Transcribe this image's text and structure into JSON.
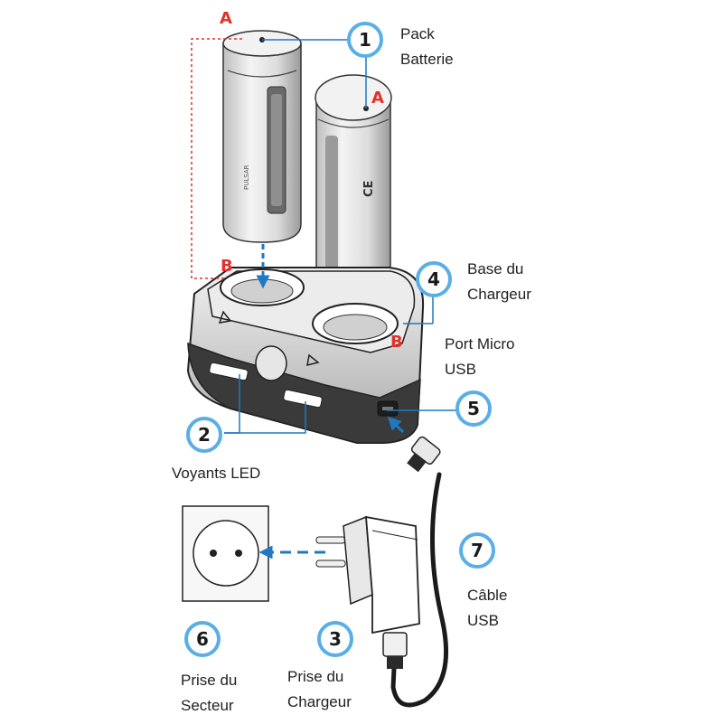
{
  "labels": {
    "pack": [
      "Pack",
      "Batterie"
    ],
    "base": [
      "Base du",
      "Chargeur"
    ],
    "port": [
      "Port Micro",
      "USB"
    ],
    "leds": [
      "Voyants LED"
    ],
    "cable": [
      "Câble",
      "USB"
    ],
    "socket": [
      "Prise du",
      "Secteur"
    ],
    "plug": [
      "Prise du",
      "Chargeur"
    ]
  },
  "markers": {
    "m1": "1",
    "m2": "2",
    "m3": "3",
    "m4": "4",
    "m5": "5",
    "m6": "6",
    "m7": "7"
  },
  "letters": {
    "a": "A",
    "b": "B"
  },
  "battery_print": {
    "brand": "PULSAR",
    "ce": "CE"
  },
  "colors": {
    "accent_blue": "#2a8fd6",
    "marker_ring": "#5aaee6",
    "letter_red": "#e0312b",
    "line_blue": "#1f79c2",
    "outline": "#222222",
    "body_gray": "#d9d9d9",
    "dark_gray": "#3a3a3a"
  },
  "icons": {
    "arrow": "blue-dashed-arrow",
    "socket": "wall-socket-icon"
  }
}
